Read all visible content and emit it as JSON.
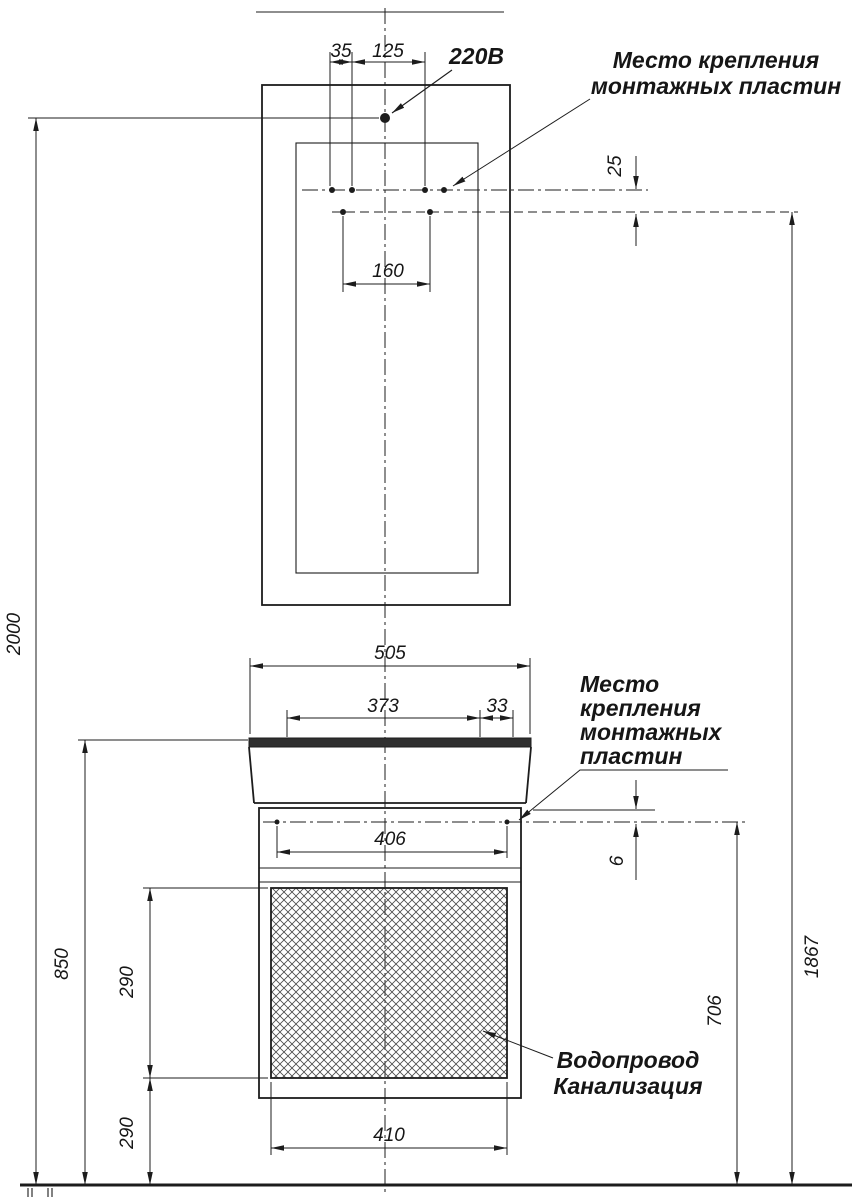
{
  "colors": {
    "ink": "#1c1c1c",
    "paper": "#ffffff",
    "hatch": "#4a4a4a"
  },
  "drawing": {
    "type": "furniture-installation-diagram",
    "power_outlet_label": "220В",
    "mounting_note_top": [
      "Место крепления",
      "монтажных пластин"
    ],
    "mounting_note_bottom": [
      "Место",
      "крепления",
      "монтажных",
      "пластин"
    ],
    "plumbing_note": [
      "Водопровод",
      "Канализация"
    ],
    "dimensions": {
      "offset_35": "35",
      "offset_125": "125",
      "plate_gap_25": "25",
      "holes_span_160": "160",
      "outlet_height_2000": "2000",
      "plate_height_1867": "1867",
      "cabinet_width_505": "505",
      "plate_span_373": "373",
      "plate_offset_33": "33",
      "plate_span_406": "406",
      "plate_gap_6": "6",
      "basin_height_850": "850",
      "drawer_height_290": "290",
      "clearance_290": "290",
      "drawer_width_410": "410",
      "plate_height_706": "706"
    }
  }
}
